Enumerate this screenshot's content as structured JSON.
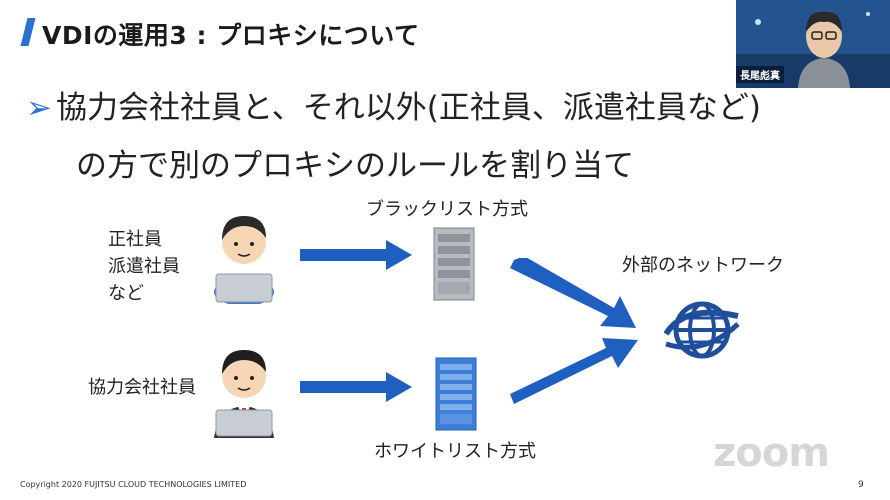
{
  "slide": {
    "title": "VDIの運用3 : プロキシについて",
    "bullet_symbol": "➢",
    "bullet_line1": "協力会社社員と、それ以外(正社員、派遣社員など)",
    "bullet_line2": "の方で別のプロキシのルールを割り当て",
    "group1_line1": "正社員",
    "group1_line2": "派遣社員",
    "group1_line3": "など",
    "group2_label": "協力会社社員",
    "blacklist_label": "ブラックリスト方式",
    "whitelist_label": "ホワイトリスト方式",
    "external_label": "外部のネットワーク"
  },
  "webcam": {
    "presenter_name": "長尾彪真"
  },
  "footer": {
    "copyright": "Copyright 2020 FUJITSU CLOUD TECHNOLOGIES LIMITED",
    "page_number": "9",
    "watermark": "zoom"
  },
  "colors": {
    "accent_blue": "#2b6fd1",
    "arrow_blue": "#1f5fbf",
    "server_gray": "#9aa0a6",
    "server_blue": "#3d7fd8"
  }
}
